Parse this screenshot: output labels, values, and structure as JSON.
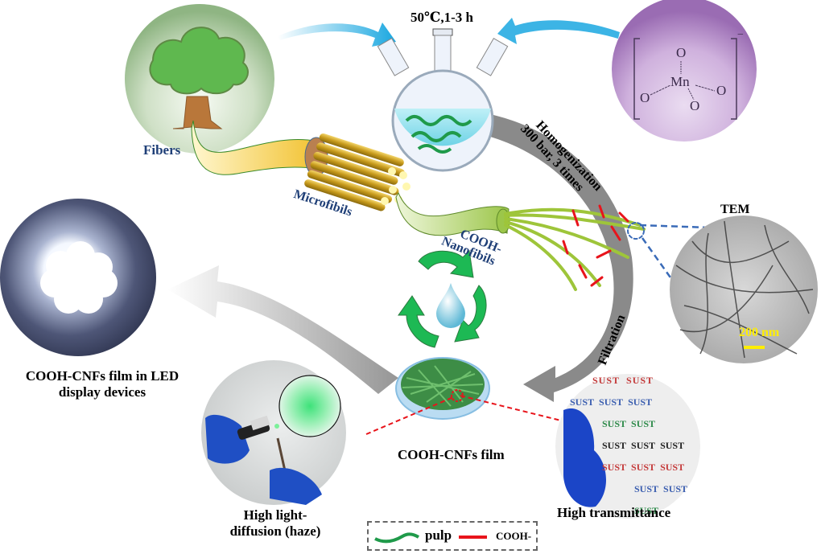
{
  "figure": {
    "title": "COOH-CNFs preparation and film application schematic",
    "reaction_condition": "50℃,1-3 h",
    "labels": {
      "fibers": "Fibers",
      "microfibrils": "Microfibils",
      "nanofibrils_line1": "COOH-",
      "nanofibrils_line2": "Nanofibils",
      "homogenization_line1": "Homogenization",
      "homogenization_line2": "300 bar, 3 times",
      "filtration": "Filtration",
      "tem": "TEM",
      "scale_bar": "200 nm",
      "film": "COOH-CNFs film",
      "led_line1": "COOH-CNFs film in LED",
      "led_line2": "display devices",
      "haze_line1": "High light-",
      "haze_line2": "diffusion (haze)",
      "transmittance": "High transmittance"
    },
    "permanganate": {
      "center": "Mn",
      "ligand": "O",
      "charge": "−"
    },
    "sust_text": "SUST",
    "legend": {
      "pulp": "pulp",
      "cooh": "COOH-"
    },
    "colors": {
      "label_blue": "#1f3f77",
      "arrow_gray": "#8a8a8a",
      "fiber_green": "#2e9e4f",
      "cooh_red": "#e8141b",
      "recycle_green": "#1db954",
      "purple": "#b58ccc",
      "tree_bg": "#9dc28f"
    }
  }
}
